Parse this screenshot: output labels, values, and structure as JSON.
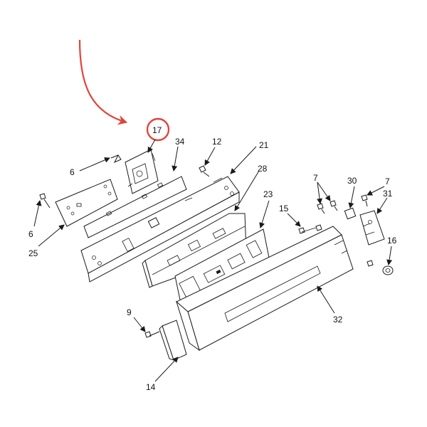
{
  "diagram": {
    "highlight_color": "#e0453a",
    "highlighted_part": "17",
    "callouts": [
      {
        "id": "p17",
        "label": "17"
      },
      {
        "id": "p34",
        "label": "34"
      },
      {
        "id": "p12",
        "label": "12"
      },
      {
        "id": "p21",
        "label": "21"
      },
      {
        "id": "p6a",
        "label": "6"
      },
      {
        "id": "p28",
        "label": "28"
      },
      {
        "id": "p7a",
        "label": "7"
      },
      {
        "id": "p30",
        "label": "30"
      },
      {
        "id": "p7b",
        "label": "7"
      },
      {
        "id": "p31",
        "label": "31"
      },
      {
        "id": "p23",
        "label": "23"
      },
      {
        "id": "p15",
        "label": "15"
      },
      {
        "id": "p6b",
        "label": "6"
      },
      {
        "id": "p25",
        "label": "25"
      },
      {
        "id": "p16",
        "label": "16"
      },
      {
        "id": "p9",
        "label": "9"
      },
      {
        "id": "p32",
        "label": "32"
      },
      {
        "id": "p14",
        "label": "14"
      }
    ]
  }
}
